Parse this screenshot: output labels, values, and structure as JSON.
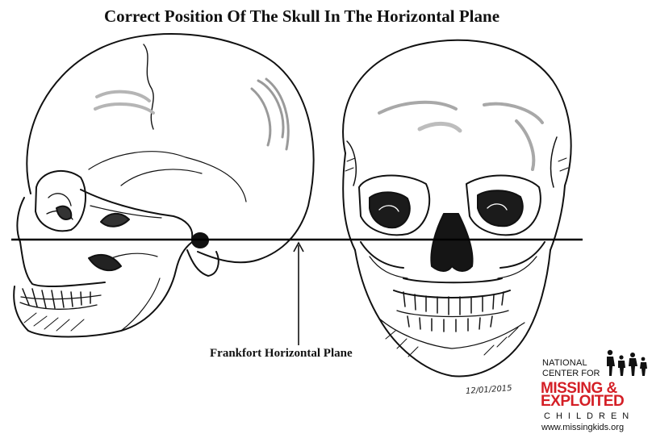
{
  "diagram": {
    "title": "Correct Position Of The Skull In The Horizontal Plane",
    "plane_label": "Frankfort Horizontal Plane",
    "signature": "12/01/2015"
  },
  "logo": {
    "line1": "NATIONAL",
    "line2": "CENTER FOR",
    "line3": "MISSING &",
    "line4": "EXPLOITED",
    "line5": "CHILDREN",
    "url": "www.missingkids.org",
    "accent_color": "#d41f26"
  },
  "icons": [
    "lateral-skull-illustration",
    "frontal-skull-illustration",
    "family-silhouette-icon"
  ]
}
